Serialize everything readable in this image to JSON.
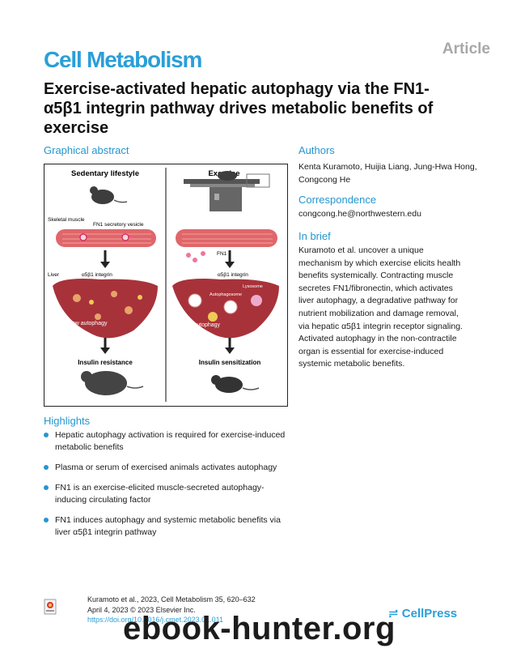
{
  "header": {
    "article_tag": "Article",
    "journal": "Cell Metabolism",
    "title": "Exercise-activated hepatic autophagy via the FN1-α5β1 integrin pathway drives metabolic benefits of exercise"
  },
  "graphical_abstract": {
    "heading": "Graphical abstract",
    "left_title": "Sedentary lifestyle",
    "right_title": "Exercise",
    "skeletal_muscle": "Skeletal muscle",
    "fn1_vesicle": "FN1 secretory vesicle",
    "fn1": "FN1",
    "integrin_left": "α5β1 integrin",
    "integrin_right": "α5β1 integrin",
    "liver": "Liver",
    "lysosome": "Lysosome",
    "autophagosome": "Autophagosome",
    "low_autophagy": "Low autophagy",
    "high_autophagy": "High autophagy",
    "insulin_resistance": "Insulin resistance",
    "insulin_sensitization": "Insulin sensitization"
  },
  "authors": {
    "heading": "Authors",
    "text": "Kenta Kuramoto, Huijia Liang, Jung-Hwa Hong, Congcong He"
  },
  "correspondence": {
    "heading": "Correspondence",
    "email": "congcong.he@northwestern.edu"
  },
  "in_brief": {
    "heading": "In brief",
    "text": "Kuramoto et al. uncover a unique mechanism by which exercise elicits health benefits systemically. Contracting muscle secretes FN1/fibronectin, which activates liver autophagy, a degradative pathway for nutrient mobilization and damage removal, via hepatic α5β1 integrin receptor signaling. Activated autophagy in the non-contractile organ is essential for exercise-induced systemic metabolic benefits."
  },
  "highlights": {
    "heading": "Highlights",
    "items": [
      "Hepatic autophagy activation is required for exercise-induced metabolic benefits",
      "Plasma or serum of exercised animals activates autophagy",
      "FN1 is an exercise-elicited muscle-secreted autophagy-inducing circulating factor",
      "FN1 induces autophagy and systemic metabolic benefits via liver α5β1 integrin pathway"
    ]
  },
  "citation": {
    "line1": "Kuramoto et al., 2023, Cell Metabolism 35, 620–632",
    "line2": "April 4, 2023 © 2023 Elsevier Inc.",
    "doi": "https://doi.org/10.1016/j.cmet.2023.01.011"
  },
  "publisher": "CellPress",
  "watermark": "ebook-hunter.org"
}
